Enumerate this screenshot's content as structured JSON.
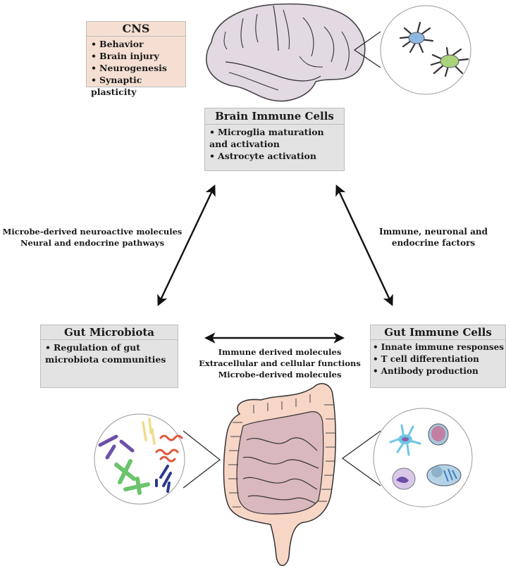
{
  "cns_box": {
    "title": "CNS",
    "items": [
      "Behavior",
      "Brain injury",
      "Neurogenesis",
      "Synaptic plasticity"
    ]
  },
  "brain_immune_box": {
    "title": "Brain Immune Cells",
    "items": [
      "Microglia maturation and activation",
      "Astrocyte activation"
    ]
  },
  "gut_microbiota_box": {
    "title": "Gut Microbiota",
    "items": [
      "Regulation of gut microbiota communities"
    ]
  },
  "gut_immune_box": {
    "title": "Gut Immune Cells",
    "items": [
      "Innate immune responses",
      "T cell differentiation",
      "Antibody production"
    ]
  },
  "labels": {
    "left_arrow": [
      "Microbe-derived neuroactive molecules",
      "Neural and endocrine pathways"
    ],
    "right_arrow": [
      "Immune, neuronal and",
      "endocrine factors"
    ],
    "bottom_arrow": [
      "Immune derived molecules",
      "Extracellular and cellular functions",
      "Microbe-derived molecules"
    ]
  },
  "illustrations": {
    "brain": "brain-illustration",
    "brain_cells": "microglia-astrocyte-cells",
    "microbiota": "gut-bacteria",
    "intestine": "intestine-illustration",
    "gut_immune": "gut-immune-cells"
  },
  "colors": {
    "box_grey": "#e3e3e3",
    "box_peach": "#f5dfd2",
    "brain_fill": "#e2d9e3",
    "intestine_fill": "#f7d6c6",
    "small_intestine_fill": "#d9b8be",
    "arrow": "#111111"
  }
}
